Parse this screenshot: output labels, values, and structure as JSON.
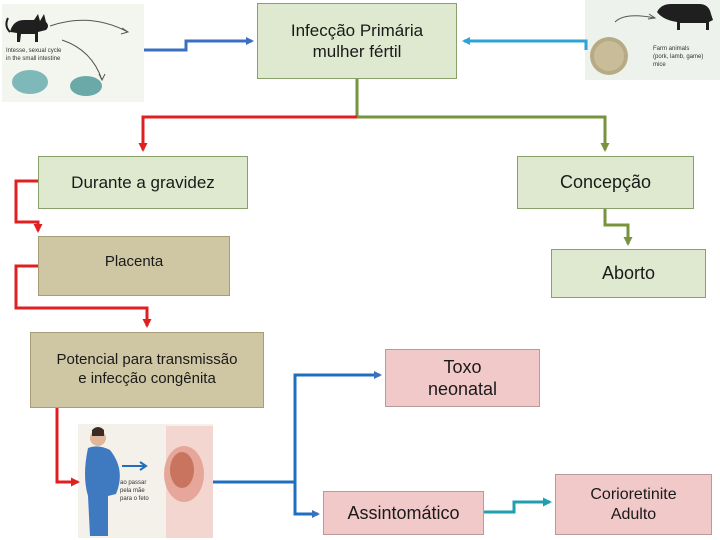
{
  "nodes": {
    "primary_line1": "Infecção Primária",
    "primary_line2": "mulher fértil",
    "pregnancy": "Durante a gravidez",
    "conception": "Concepção",
    "placenta": "Placenta",
    "abortion": "Aborto",
    "transmission_line1": "Potencial para transmissão",
    "transmission_line2": "e infecção congênita",
    "neonatal_line1": "Toxo",
    "neonatal_line2": "neonatal",
    "asymptomatic": "Assintomático",
    "chorio_line1": "Corioretinite",
    "chorio_line2": "Adulto"
  },
  "images": {
    "cat_caption_1": "Intesse, sexual cycle",
    "cat_caption_2": "in the small intestine",
    "farm_caption_1": "Farm animals",
    "farm_caption_2": "(pork, lamb, game)",
    "farm_caption_3": "mice",
    "mother_caption_1": "ao passar",
    "mother_caption_2": "pela mãe",
    "mother_caption_3": "para o feto"
  },
  "colors": {
    "arrow_blue": "#3b6fc0",
    "arrow_light_blue": "#2ea3d6",
    "arrow_red": "#e02020",
    "arrow_olive": "#77933c",
    "arrow_teal": "#1f9fb0"
  }
}
